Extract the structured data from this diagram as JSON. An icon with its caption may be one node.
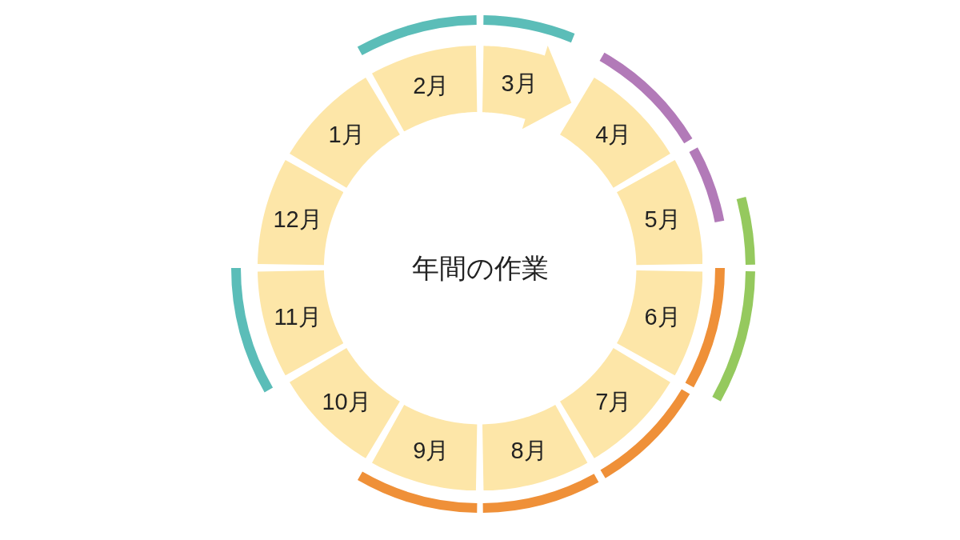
{
  "diagram": {
    "title": "年間の作業",
    "nodes": [
      {
        "text": [
          "1月"
        ]
      },
      {
        "text": [
          "2月"
        ]
      },
      {
        "text": [
          "3月"
        ]
      },
      {
        "text": [
          "4月"
        ]
      },
      {
        "text": [
          "5月"
        ]
      },
      {
        "text": [
          "6月"
        ]
      },
      {
        "text": [
          "7月"
        ]
      },
      {
        "text": [
          "8月"
        ]
      },
      {
        "text": [
          "9月"
        ]
      },
      {
        "text": [
          "10月"
        ]
      },
      {
        "text": [
          "11月"
        ]
      },
      {
        "text": [
          "12月"
        ]
      }
    ]
  }
}
